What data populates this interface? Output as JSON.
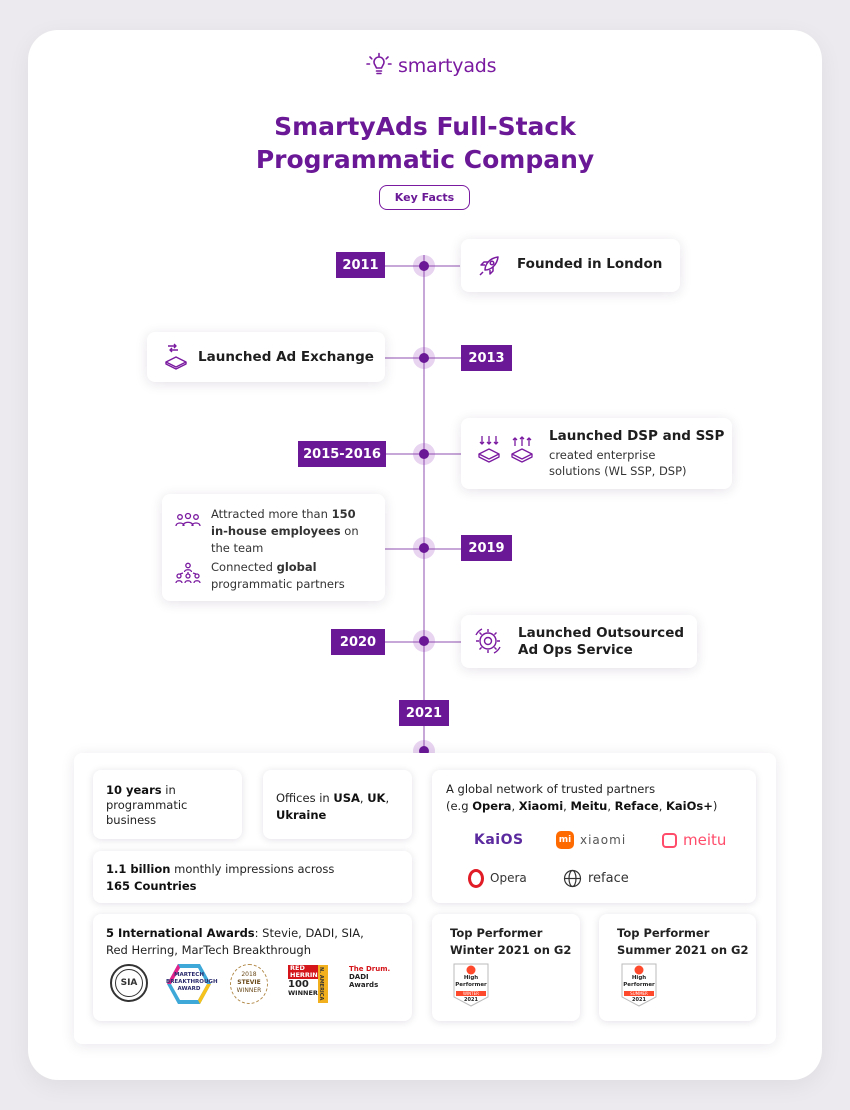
{
  "logo": {
    "text": "smartyads"
  },
  "title": {
    "line1": "SmartyAds Full-Stack",
    "line2": "Programmatic Company"
  },
  "key_facts_label": "Key Facts",
  "colors": {
    "brand_purple": "#6a1896",
    "line": "#c7a7d7",
    "background": "#eceaee"
  },
  "timeline": [
    {
      "year": "2011",
      "title": "Founded in London",
      "icon": "rocket-icon"
    },
    {
      "year": "2013",
      "title": "Launched Ad Exchange",
      "icon": "exchange-icon"
    },
    {
      "year": "2015-2016",
      "title": "Launched DSP and SSP",
      "sub1": "created enterprise",
      "sub2": "solutions (WL SSP, DSP)",
      "icon": "dsp-ssp-icon"
    },
    {
      "year": "2019",
      "a_text1": "Attracted more than ",
      "a_bold1": "150",
      "a_bold2": "in-house employees",
      "a_text2": " on",
      "a_text3": "the team",
      "b_text1": "Connected ",
      "b_bold1": "global",
      "b_text2": "programmatic partners",
      "icon": "team-icon"
    },
    {
      "year": "2020",
      "title_line1": "Launched Outsourced",
      "title_line2": "Ad Ops Service",
      "icon": "gears-icon"
    },
    {
      "year": "2021"
    }
  ],
  "facts": {
    "years": {
      "bold": "10 years",
      "text1": " in",
      "text2": "programmatic",
      "text3": "business"
    },
    "offices": {
      "text1": "Offices in ",
      "b1": "USA",
      "sep1": ", ",
      "b2": "UK",
      "sep2": ",",
      "b3": "Ukraine"
    },
    "impressions": {
      "bold1": "1.1 billion",
      "text1": " monthly impressions across",
      "bold2": "165 Countries"
    },
    "partners": {
      "line1": "A global network of trusted partners",
      "pre": "(e.g ",
      "b1": "Opera",
      "s1": ", ",
      "b2": "Xiaomi",
      "s2": ", ",
      "b3": "Meitu",
      "s3": ", ",
      "b4": "Reface",
      "s4": ", ",
      "b5": "KaiOs+",
      "post": ")",
      "logos": [
        "KaiOS",
        "xiaomi",
        "meitu",
        "Opera",
        "reface"
      ]
    },
    "awards": {
      "bold": "5 International Awards",
      "text1": ": Stevie, DADI, SIA,",
      "text2": "Red Herring, MarTech Breakthrough",
      "badges": {
        "sia": "SIA",
        "martech_1": "MARTECH",
        "martech_2": "BREAKTHROUGH",
        "martech_3": "AWARD",
        "stevie_1": "2018",
        "stevie_2": "STEVIE",
        "stevie_3": "WINNER",
        "redherring_1": "RED",
        "redherring_2": "HERRING",
        "redherring_3": "100",
        "redherring_4": "WINNER",
        "redherring_5": "N. AMERICA",
        "drum_1": "The Drum.",
        "drum_2": "DADI",
        "drum_3": "Awards"
      }
    },
    "g2_winter": {
      "line1": "Top Performer",
      "line2": "Winter 2021 on G2",
      "badge_top": "High",
      "badge_mid": "Performer",
      "badge_season": "WINTER",
      "badge_year": "2021"
    },
    "g2_summer": {
      "line1": "Top Performer",
      "line2": "Summer 2021 on G2",
      "badge_top": "High",
      "badge_mid": "Performer",
      "badge_season": "SUMMER",
      "badge_year": "2021"
    }
  }
}
